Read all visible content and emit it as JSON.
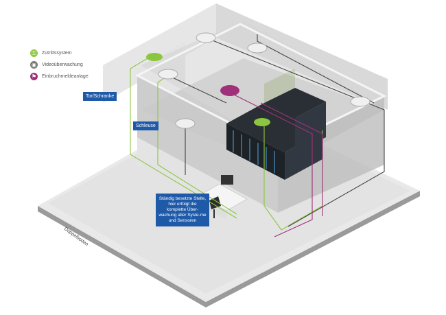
{
  "legend": {
    "items": [
      {
        "label": "Zutrittssystem",
        "color": "#8cc63f",
        "icon": "key-icon"
      },
      {
        "label": "Videoüberwachung",
        "color": "#777777",
        "icon": "camera-icon"
      },
      {
        "label": "Einbruchmeldeanlage",
        "color": "#a0307a",
        "icon": "alarm-icon"
      }
    ]
  },
  "tags": {
    "gate": "Tor/Schranke",
    "airlock": "Schleuse"
  },
  "callout": "Ständig besetzte Stelle, hier erfolgt die komplette Über-wachung aller Syste-me und Sensoren",
  "floor_label": "Doppelboden",
  "colors": {
    "access": "#8cc63f",
    "video": "#555555",
    "intrusion": "#a0307a",
    "tag_bg": "#1e5aa8"
  }
}
